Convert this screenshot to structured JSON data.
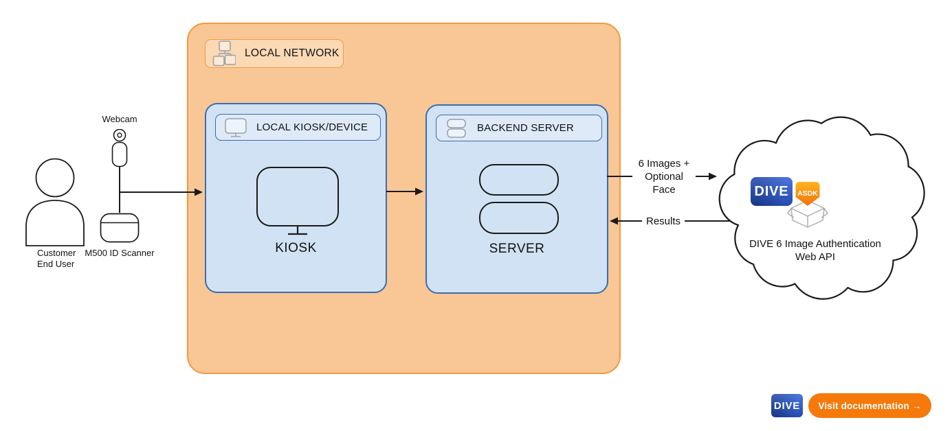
{
  "diagram": {
    "actors": {
      "webcam_label": "Webcam",
      "scanner_label": "M500 ID Scanner",
      "customer_label": "Customer\nEnd User"
    },
    "local_network": {
      "title": "LOCAL NETWORK",
      "kiosk": {
        "header": "LOCAL KIOSK/DEVICE",
        "caption": "KIOSK"
      },
      "server": {
        "header": "BACKEND SERVER",
        "caption": "SERVER"
      }
    },
    "flows": {
      "to_cloud": "6 Images +\nOptional\nFace",
      "from_cloud": "Results"
    },
    "cloud": {
      "dive_logo": "DIVE",
      "sdk_badge": "ASDK",
      "caption": "DIVE 6 Image Authentication\nWeb API"
    }
  },
  "footer": {
    "dive_logo": "DIVE",
    "doc_button": "Visit documentation →"
  },
  "colors": {
    "network_fill": "#F9C795",
    "network_border": "#F09A3E",
    "node_fill": "#D1E2F4",
    "node_border": "#3B6CB0",
    "node_header_fill": "#DEEAF8",
    "dive_blue": "#1E46B5",
    "accent_orange": "#F5790B"
  }
}
